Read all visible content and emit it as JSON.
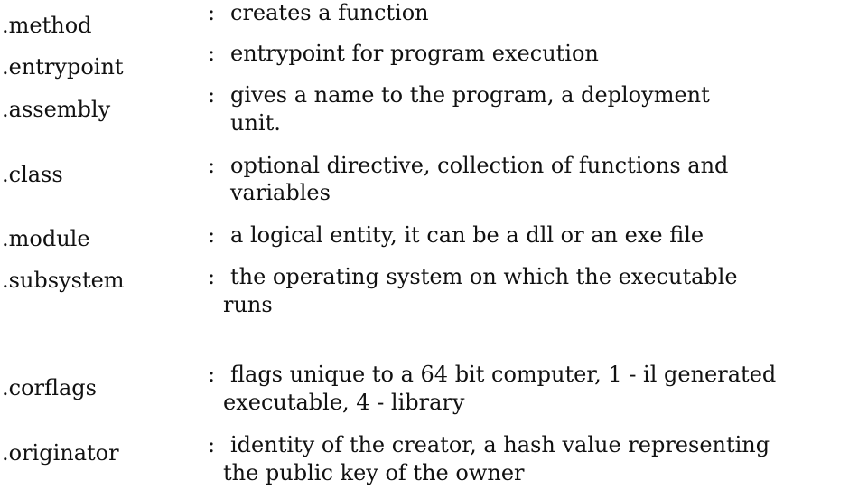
{
  "entries": [
    {
      "term": ".method",
      "colon": ":",
      "lines": [
        "creates a function"
      ]
    },
    {
      "term": ".entrypoint",
      "colon": ":",
      "lines": [
        "entrypoint  for program execution"
      ]
    },
    {
      "term": ".assembly",
      "colon": ":",
      "lines": [
        "gives a name to the program, a deployment",
        "unit."
      ]
    },
    {
      "term": ".class",
      "colon": ":",
      "lines": [
        "optional directive, collection of functions and",
        "variables"
      ]
    },
    {
      "term": ".module",
      "colon": ":",
      "lines": [
        "a logical entity, it can be a dll or an exe file"
      ]
    },
    {
      "term": ".subsystem",
      "colon": ":",
      "lines": [
        "the operating system on which the executable",
        "runs"
      ]
    },
    {
      "term": ".corflags",
      "colon": ":",
      "lines": [
        "flags unique to a 64 bit computer, 1 - il generated",
        "executable, 4 - library"
      ]
    },
    {
      "term": ".originator",
      "colon": ":",
      "lines": [
        "identity of the creator, a hash value representing",
        "the public key of the owner"
      ]
    }
  ]
}
